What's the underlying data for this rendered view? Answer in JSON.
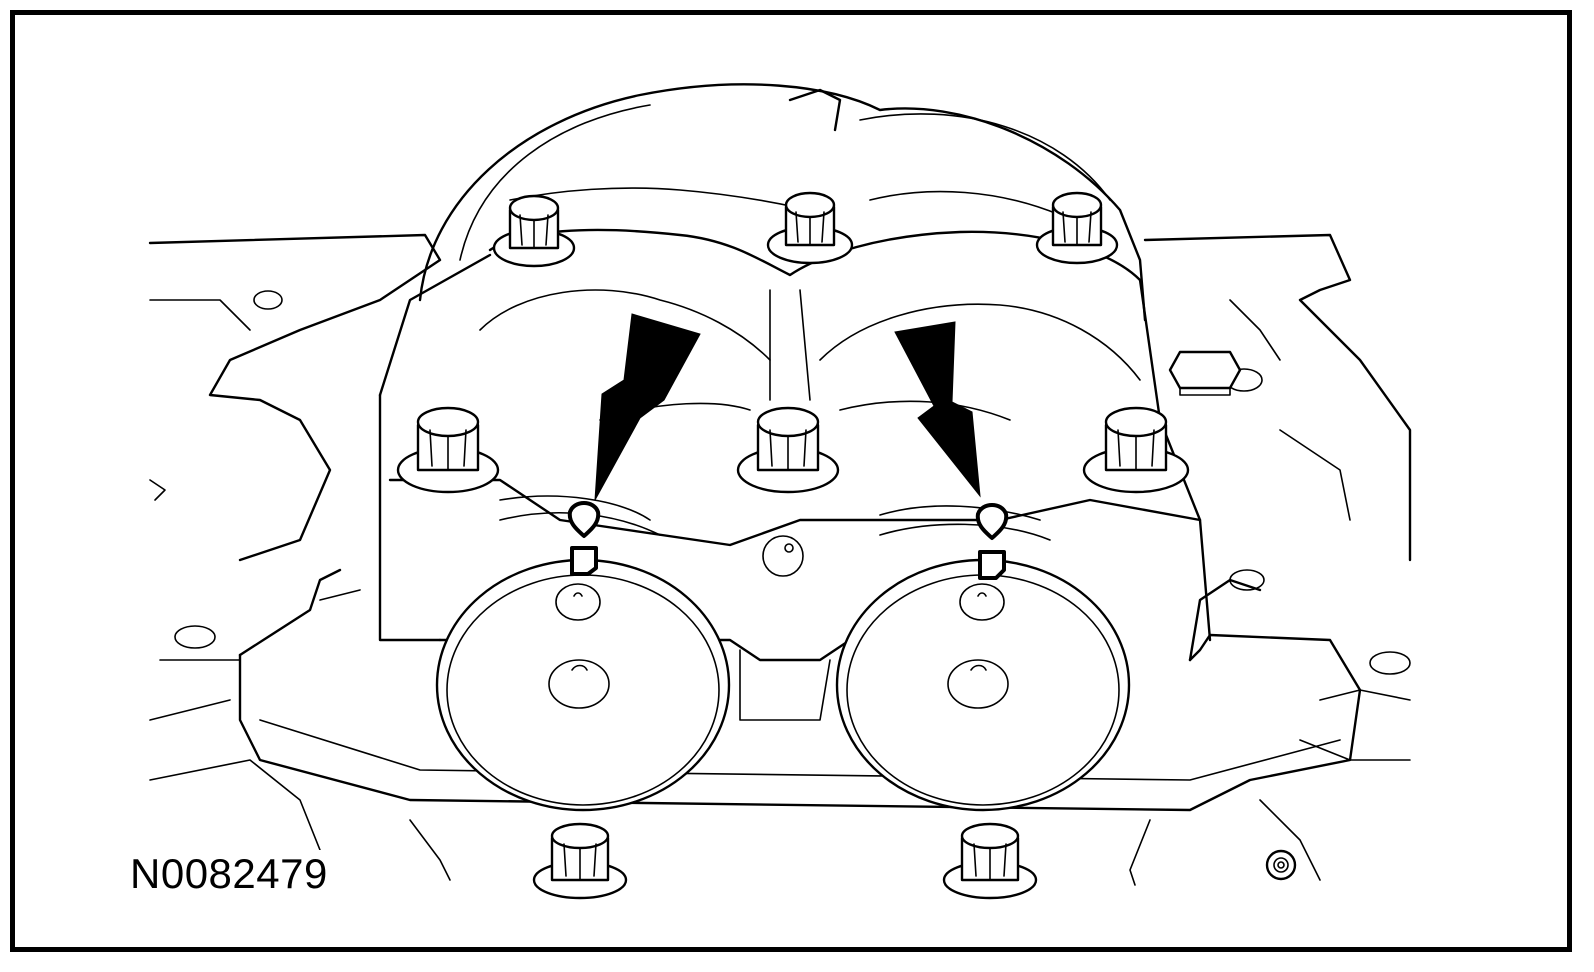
{
  "figure": {
    "code": "N0082479"
  },
  "colors": {
    "line": "#000000",
    "background": "#ffffff"
  },
  "callouts": [
    {
      "name": "timing-arrow-left"
    },
    {
      "name": "timing-arrow-right"
    }
  ]
}
